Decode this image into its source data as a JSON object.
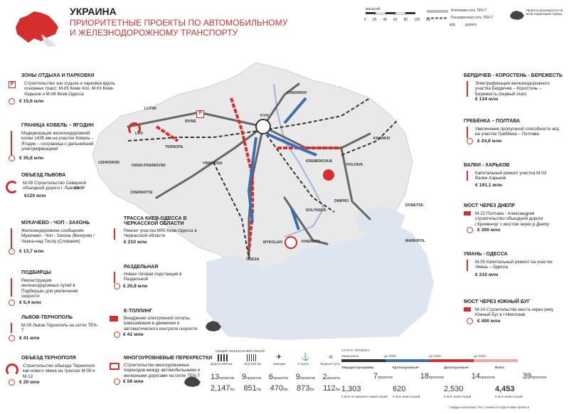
{
  "header": {
    "title": "УКРАИНА",
    "subtitle_line1": "ПРИОРИТЕТНЫЕ ПРОЕКТЫ ПО АВТОМОБИЛЬНОМУ",
    "subtitle_line2": "И ЖЕЛЕЗНОДОРОЖНОМУ ТРАНСПОРТУ"
  },
  "legend": {
    "scale_label": "масштаб",
    "scale_ticks": [
      "0",
      "20",
      "40",
      "60",
      "80",
      "100"
    ],
    "km_label": "км",
    "key_network": "Ключевая сеть TEN-T",
    "extended_network": "Расширенная сеть TEN-T",
    "rail_label": "ж/д",
    "road_label": "дороги",
    "outside_projects": "Проекты реализуются на всей территории страны"
  },
  "cities": [
    "LUTSK",
    "RIVNE",
    "KYIV",
    "CHERNIHIV",
    "LVIV",
    "TERNOPIL",
    "UZHHOROD",
    "IVANO-FRANKIVSK",
    "CHOP",
    "CHERNIVTSI",
    "VINNYTSIA",
    "KHARKIV",
    "POLTAVA",
    "KREMENCHUK",
    "DNIPRO",
    "DONETSK",
    "DOLYNSKA",
    "MYKOLAIV",
    "KHERSON",
    "ODESA",
    "MARIUPOL"
  ],
  "projects_left": [
    {
      "title": "ЗОНЫ ОТДЫХА И ПАРКОВКИ",
      "desc": "Строительство зон отдыха и парковок вдоль основных трасс: М-05 Киев-Чоп, М-03 Киев-Харьков и М-06 Киев-Одесса",
      "cost": "€ 15,6 млн"
    },
    {
      "title": "ГРАНИЦА КОВЕЛЬ – ЯГОДИН",
      "desc": "Модернизация железнодорожной колеи 1435 мм на участке Ковель – Ягодин – госграница с дальнейшей электрификацией",
      "cost": "€ 35,8 млн"
    },
    {
      "title": "ОБЪЕЗД ЛЬВОВА",
      "desc": "М-09 Строительство Северной объездной дороги г. Львова",
      "cost": "€120 млн"
    },
    {
      "title": "МУКАЧЕВО - ЧОП - ЗАХОНЬ",
      "desc": "Железнодорожное сообщение Мукачево - Чоп - Захонь (Венгрия) / Черна-над-Тисоу (Словакия)",
      "cost": "€ 13,7 млн"
    },
    {
      "title": "ПОДБИРЦЫ",
      "desc": "Реконструкция железнодорожных путей в Подбирцах для увеличения скорости",
      "cost": "€ 5,4 млн"
    },
    {
      "title": "ЛЬВОВ-ТЕРНОПОЛЬ",
      "desc": "М-09 Львов-Тернополь на сетях TEN-T",
      "cost": "€ 41 млн"
    },
    {
      "title": "ОБЪЕЗД ТЕРНОПОЛЯ",
      "desc": "Строительство объезда Тернополя как нового звена на трассах М-09 и М-12",
      "cost": "€ 20 млн"
    }
  ],
  "projects_mid": [
    {
      "title": "ТРАССА КИЕВ-ОДЕССА В ЧЕРКАССКОЙ ОБЛАСТИ",
      "desc": "Ремонт участка М05 Киев-Одесса в Черкасской области",
      "cost": "€ 210 млн"
    },
    {
      "title": "РАЗДЕЛЬНАЯ",
      "desc": "Новая тяговая подстанция в Раздельной",
      "cost": "€ 20,8 млн"
    },
    {
      "title": "Е-ТОЛЛИНГ",
      "desc": "Внедрение электронной оплаты, взвешивания в движении и автоматического контроля скорости",
      "cost": "€ 41 млн"
    },
    {
      "title": "МНОГОУРОВНЕВЫЕ ПЕРЕКРЕСТКИ",
      "desc": "Строительство многоуровневых переходов между автомобильными и железными дорогами на сетях TEN-T",
      "cost": "€ 56 млн"
    }
  ],
  "projects_right": [
    {
      "title": "БЕРДИЧЕВ - КОРОСТЕНЬ - БЕРЕЖЕСТЬ",
      "desc": "Электрификация железнодорожного участка Бердичев – Коростень – Бережесть (первый этап)",
      "cost": "€ 124 млн"
    },
    {
      "title": "ГРЕБЁНКА – ПОЛТАВА",
      "desc": "Увеличение пропускной способности ж/д на участке Гребёнка – Полтава",
      "cost": "€ 24,6 млн"
    },
    {
      "title": "ВАЛКИ - ХАРЬКОВ",
      "desc": "Капитальный ремонт участка М-03 Валки-Харьков",
      "cost": "€ 191,1 млн"
    },
    {
      "title": "МОСТ ЧЕРЕЗ ДНЕПР",
      "desc": "М-22 Полтава - Александрия строительство объездной дороги г.Кременчуг с мостом через р.Днепр",
      "cost": "€ 300 млн"
    },
    {
      "title": "УМАНЬ - ОДЕССА",
      "desc": "М-05 Капитальный ремонт на участке Умань – Одесса",
      "cost": "€ 210 млн"
    },
    {
      "title": "МОСТ ЧЕРЕЗ ЮЖНЫЙ БУГ",
      "desc": "М-14 Строительство моста через реку Южный Буг в г.Николаев",
      "cost": "€ 400 млн"
    }
  ],
  "investment": {
    "header": "ОБЩИЙ ОБЪЕМ ИНВЕСТИЦИЙ",
    "categories": [
      {
        "label": "Дороги 969 км",
        "count": "13",
        "unit": "проектов",
        "amount": "2,147",
        "amount_unit": "€м"
      },
      {
        "label": "Ж/д 530 км",
        "count": "9",
        "unit": "проектов",
        "amount": "851",
        "amount_unit": "€м"
      },
      {
        "label": "Авиация",
        "count": "6",
        "unit": "проектов",
        "amount": "470",
        "amount_unit": "€м"
      },
      {
        "label": "4 порта",
        "count": "9",
        "unit": "проектов",
        "amount": "873",
        "amount_unit": "€м"
      },
      {
        "label": "Водные пути",
        "count": "2",
        "unit": "проекта",
        "amount": "112",
        "amount_unit": "€м"
      }
    ]
  },
  "status": {
    "header": "СТАТУС ПРОЕКТА",
    "done": "Завершено",
    "year_2020a": "до 2020",
    "year_2020b": "до 2020",
    "year_2030": "до 2030",
    "cols": [
      {
        "label": "Текущая программа",
        "count": "7",
        "count_unit": "проектов",
        "amount": "1,303",
        "amount_unit": "€ млн оставшихся инвестиций"
      },
      {
        "label": "Краткосрочные*",
        "count": "18",
        "count_unit": "проектов",
        "amount": "620",
        "amount_unit": "€ млн инвестиций"
      },
      {
        "label": "Долгосрочные*",
        "count": "14",
        "count_unit": "проектов",
        "amount": "2,530",
        "amount_unit": "€ млн инвестиций"
      },
      {
        "label": "Всего",
        "count": "39",
        "count_unit": "проектов",
        "amount": "4,453",
        "amount_unit": "€ млн инвестиций"
      }
    ],
    "footnote": "* цифры включают 3% стоимости подготовки проекта"
  },
  "colors": {
    "accent": "#d32f2f",
    "road": "#555555",
    "rail": "#333333",
    "sea": "#dde6f0",
    "land": "#eeeeee",
    "blue": "#3b6db3"
  }
}
